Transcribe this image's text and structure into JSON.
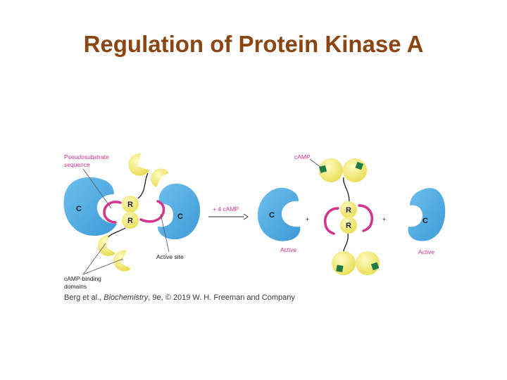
{
  "title": "Regulation of Protein Kinase A",
  "labels": {
    "pseudosubstrate_line1": "Pseudosubstrate",
    "pseudosubstrate_line2": "sequence",
    "active_site": "Active site",
    "camp_binding_line1": "cAMP-binding",
    "camp_binding_line2": "domains",
    "camp": "cAMP",
    "arrow": "+ 4 cAMP",
    "active_left": "Active",
    "active_right": "Active",
    "plus": "+",
    "catalytic": "C",
    "regulatory": "R"
  },
  "credit": {
    "prefix": "Berg et al., ",
    "book": "Biochemistry",
    "suffix": ", 9e, © 2019 W. H. Freeman and Company"
  },
  "colors": {
    "title": "#8b4513",
    "catalytic": "#4aa8e0",
    "regulatory": "#f2e96a",
    "pseudosubstrate": "#d6338c",
    "camp": "#1f7a4a"
  }
}
